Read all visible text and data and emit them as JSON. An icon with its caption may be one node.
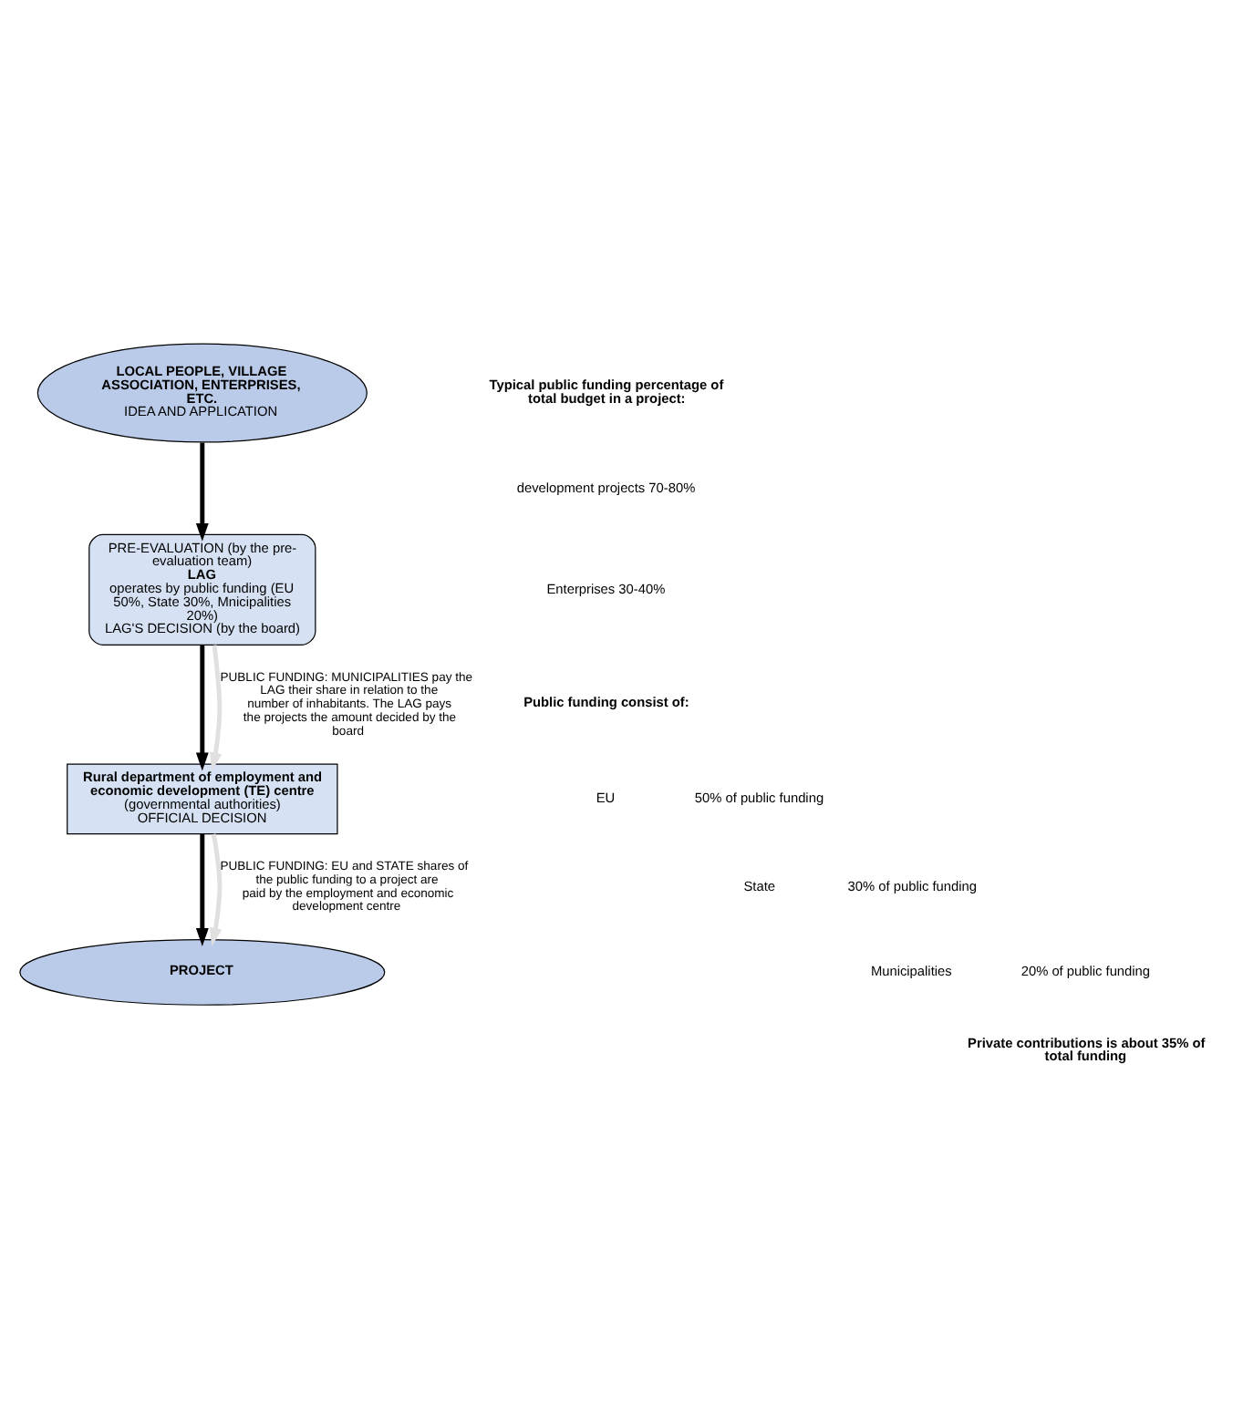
{
  "diagram": {
    "nodes": [
      {
        "text": [
          "LOCAL PEOPLE, VILLAGE ASSOCIATION, ENTERPRISES, ETC.",
          "IDEA AND APPLICATION"
        ]
      },
      {
        "text": [
          "PRE-EVALUATION (by the pre-evaluation team)",
          "LAG",
          "operates by public funding (EU 50%, State 30%, Mnicipalities 20%)",
          "LAG'S DECISION (by the board)"
        ]
      },
      {
        "text": [
          "Rural department of employment and economic development (TE) centre",
          "(governmental authorities)",
          "OFFICIAL DECISION"
        ]
      },
      {
        "text": [
          "PROJECT"
        ]
      }
    ],
    "edges": [
      {
        "from": 0,
        "to": 1,
        "arrow": "to"
      },
      {
        "from": 1,
        "to": 2,
        "arrow": "to"
      },
      {
        "from": 1,
        "to": 2,
        "arrow": "to",
        "color": "#e0e0e0",
        "label": "PUBLIC FUNDING: MUNICIPALITIES pay the LAG their share in relation to the number of inhabitants. The LAG pays the projects the amount decided by the board"
      },
      {
        "from": 2,
        "to": 3,
        "arrow": "to"
      },
      {
        "from": 2,
        "to": 3,
        "arrow": "to",
        "color": "#e0e0e0",
        "label": "PUBLIC FUNDING: EU and STATE shares of the public funding to a project are paid by the employment and economic development centre"
      }
    ],
    "labels": [
      "Typical public funding percentage of total budget in a project:",
      "development projects 70-80%",
      "Enterprises 30-40%",
      "Public funding consist of:",
      "EU",
      "50% of public funding",
      "State",
      "30% of public funding",
      "Municipalities",
      "20% of public funding",
      "Private contributions is about 35% of total funding"
    ]
  }
}
